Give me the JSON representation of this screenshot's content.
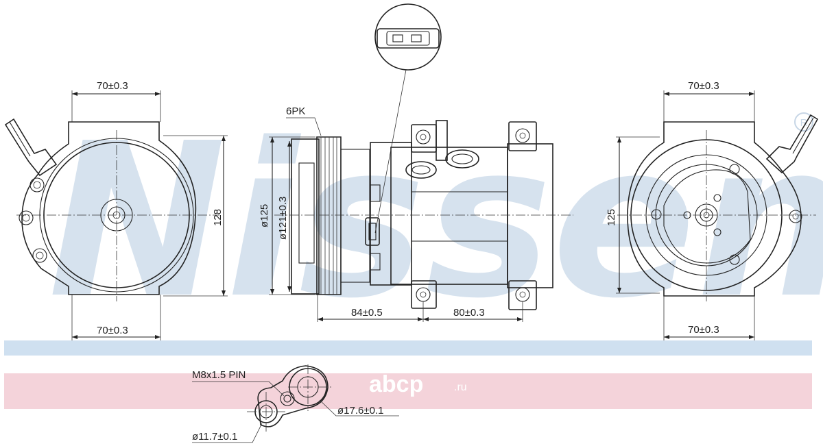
{
  "watermark": {
    "text": "Nissens",
    "registered_mark": "®"
  },
  "site_logo": {
    "text": "abcp",
    "suffix": ".ru"
  },
  "left_view": {
    "dim_top": "70±0.3",
    "dim_bottom": "70±0.3",
    "dim_height": "128"
  },
  "side_view": {
    "pulley": "6PK",
    "dia_outer": "ø125",
    "dia_inner": "ø121±0.3",
    "dim_left": "84±0.5",
    "dim_right": "80±0.3"
  },
  "right_view": {
    "dim_top": "70±0.3",
    "dim_bottom": "70±0.3",
    "dim_height": "125"
  },
  "port_detail": {
    "pin": "M8x1.5  PIN",
    "dia_large": "ø17.6±0.1",
    "dia_small": "ø11.7±0.1"
  },
  "colors": {
    "watermark": "#d6e2ee",
    "band_blue": "#cfe0f0",
    "band_pink": "#f4d3da"
  }
}
